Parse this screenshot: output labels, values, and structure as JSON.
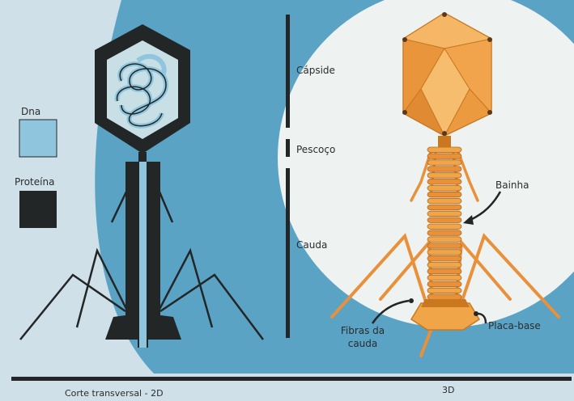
{
  "legend": {
    "dna_label": "Dna",
    "protein_label": "Proteína",
    "dna_color": "#8fc6dd",
    "protein_color": "#232627"
  },
  "section_labels": {
    "capsid": "Cápside",
    "neck": "Pescoço",
    "tail": "Cauda"
  },
  "callouts": {
    "sheath": "Bainha",
    "tail_fibers_line1": "Fibras da",
    "tail_fibers_line2": "cauda",
    "base_plate": "Placa-base"
  },
  "footer": {
    "left_caption": "Corte transversal - 2D",
    "right_caption": "3D"
  },
  "colors": {
    "background_light": "#cfe0e8",
    "blue_panel": "#5aa3c5",
    "white_circle": "#eef2f1",
    "dark": "#232627",
    "orange": "#f0a548",
    "orange_dark": "#c9781f",
    "dna_blue": "#8fc6dd"
  }
}
